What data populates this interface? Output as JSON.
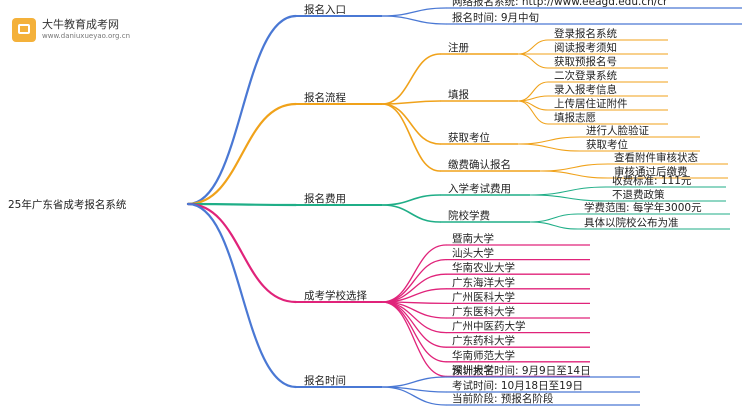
{
  "logo": {
    "title": "大牛教育成考网",
    "subtitle": "www.daniuxueyao.org.cn",
    "icon": "book-icon"
  },
  "root": "25年广东省成考报名系统",
  "branches": [
    {
      "label": "报名入口",
      "color": "#4a78d4",
      "children": [
        {
          "label": "网络报名系统: http://www.eeagd.edu.cn/cr"
        },
        {
          "label": "报名时间: 9月中旬"
        }
      ]
    },
    {
      "label": "报名流程",
      "color": "#f0a21a",
      "children": [
        {
          "label": "注册",
          "children": [
            {
              "label": "登录报名系统"
            },
            {
              "label": "阅读报考须知"
            },
            {
              "label": "获取预报名号"
            }
          ]
        },
        {
          "label": "填报",
          "children": [
            {
              "label": "二次登录系统"
            },
            {
              "label": "录入报考信息"
            },
            {
              "label": "上传居住证附件"
            },
            {
              "label": "填报志愿"
            }
          ]
        },
        {
          "label": "获取考位",
          "children": [
            {
              "label": "进行人脸验证"
            },
            {
              "label": "获取考位"
            }
          ]
        },
        {
          "label": "缴费确认报名",
          "children": [
            {
              "label": "查看附件审核状态"
            },
            {
              "label": "审核通过后缴费"
            }
          ]
        }
      ]
    },
    {
      "label": "报名费用",
      "color": "#1fae87",
      "children": [
        {
          "label": "入学考试费用",
          "children": [
            {
              "label": "收费标准: 111元"
            },
            {
              "label": "不退费政策"
            }
          ]
        },
        {
          "label": "院校学费",
          "children": [
            {
              "label": "学费范围: 每学年3000元"
            },
            {
              "label": "具体以院校公布为准"
            }
          ]
        }
      ]
    },
    {
      "label": "成考学校选择",
      "color": "#e0237a",
      "children": [
        {
          "label": "暨南大学"
        },
        {
          "label": "汕头大学"
        },
        {
          "label": "华南农业大学"
        },
        {
          "label": "广东海洋大学"
        },
        {
          "label": "广州医科大学"
        },
        {
          "label": "广东医科大学"
        },
        {
          "label": "广州中医药大学"
        },
        {
          "label": "广东药科大学"
        },
        {
          "label": "华南师范大学"
        },
        {
          "label": "深圳大学"
        }
      ]
    },
    {
      "label": "报名时间",
      "color": "#4a78d4",
      "children": [
        {
          "label": "预计报名时间: 9月9日至14日"
        },
        {
          "label": "考试时间: 10月18日至19日"
        },
        {
          "label": "当前阶段: 预报名阶段"
        }
      ]
    }
  ]
}
